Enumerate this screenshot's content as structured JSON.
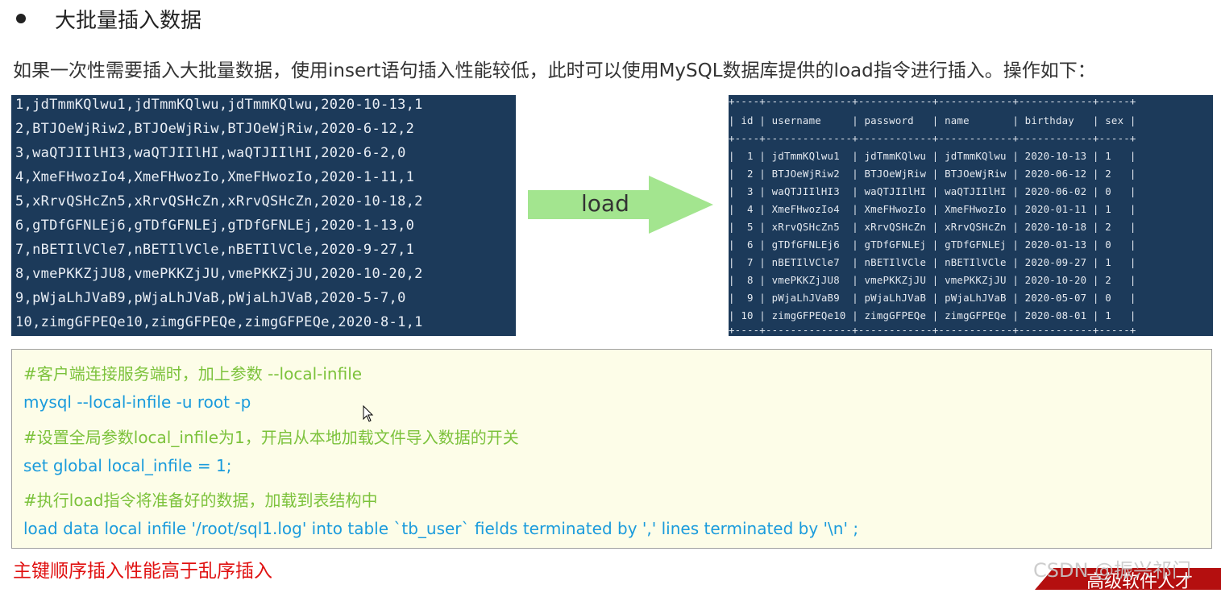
{
  "slide": {
    "title": "大批量插入数据",
    "intro": "如果一次性需要插入大批量数据，使用insert语句插入性能较低，此时可以使用MySQL数据库提供的load指令进行插入。操作如下：",
    "raw_lines": [
      "1,jdTmmKQlwu1,jdTmmKQlwu,jdTmmKQlwu,2020-10-13,1",
      "2,BTJOeWjRiw2,BTJOeWjRiw,BTJOeWjRiw,2020-6-12,2",
      "3,waQTJIIlHI3,waQTJIIlHI,waQTJIIlHI,2020-6-2,0",
      "4,XmeFHwozIo4,XmeFHwozIo,XmeFHwozIo,2020-1-11,1",
      "5,xRrvQSHcZn5,xRrvQSHcZn,xRrvQSHcZn,2020-10-18,2",
      "6,gTDfGFNLEj6,gTDfGFNLEj,gTDfGFNLEj,2020-1-13,0",
      "7,nBETIlVCle7,nBETIlVCle,nBETIlVCle,2020-9-27,1",
      "8,vmePKKZjJU8,vmePKKZjJU,vmePKKZjJU,2020-10-20,2",
      "9,pWjaLhJVaB9,pWjaLhJVaB,pWjaLhJVaB,2020-5-7,0",
      "10,zimgGFPEQe10,zimgGFPEQe,zimgGFPEQe,2020-8-1,1"
    ],
    "arrow_label": "load",
    "table": {
      "border": "+----+--------------+------------+------------+------------+-----+",
      "header": "| id | username     | password   | name       | birthday   | sex |",
      "rows": [
        "|  1 | jdTmmKQlwu1  | jdTmmKQlwu | jdTmmKQlwu | 2020-10-13 | 1   |",
        "|  2 | BTJOeWjRiw2  | BTJOeWjRiw | BTJOeWjRiw | 2020-06-12 | 2   |",
        "|  3 | waQTJIIlHI3  | waQTJIIlHI | waQTJIIlHI | 2020-06-02 | 0   |",
        "|  4 | XmeFHwozIo4  | XmeFHwozIo | XmeFHwozIo | 2020-01-11 | 1   |",
        "|  5 | xRrvQSHcZn5  | xRrvQSHcZn | xRrvQSHcZn | 2020-10-18 | 2   |",
        "|  6 | gTDfGFNLEj6  | gTDfGFNLEj | gTDfGFNLEj | 2020-01-13 | 0   |",
        "|  7 | nBETIlVCle7  | nBETIlVCle | nBETIlVCle | 2020-09-27 | 1   |",
        "|  8 | vmePKKZjJU8  | vmePKKZjJU | vmePKKZjJU | 2020-10-20 | 2   |",
        "|  9 | pWjaLhJVaB9  | pWjaLhJVaB | pWjaLhJVaB | 2020-05-07 | 0   |",
        "| 10 | zimgGFPEQe10 | zimgGFPEQe | zimgGFPEQe | 2020-08-01 | 1   |"
      ]
    },
    "code": {
      "line1": "#客户端连接服务端时，加上参数 --local-infile",
      "line2": "mysql --local-infile -u root -p",
      "line3": "#设置全局参数local_infile为1，开启从本地加载文件导入数据的开关",
      "line4": "set global local_infile = 1;",
      "line5": "#执行load指令将准备好的数据，加载到表结构中",
      "line6": "load data local infile '/root/sql1.log' into table `tb_user` fields terminated by ',' lines terminated by '\\n' ;"
    },
    "note": "主键顺序插入性能高于乱序插入",
    "watermark": "CSDN @振兴祁门",
    "corner_text": "高级软件人才"
  },
  "colors": {
    "panel_bg": "#1c3a5a",
    "arrow": "#a3e58f",
    "code_bg": "#fdfde8",
    "comment": "#7cc23b",
    "command": "#1a9bdc",
    "note": "#e01010"
  }
}
